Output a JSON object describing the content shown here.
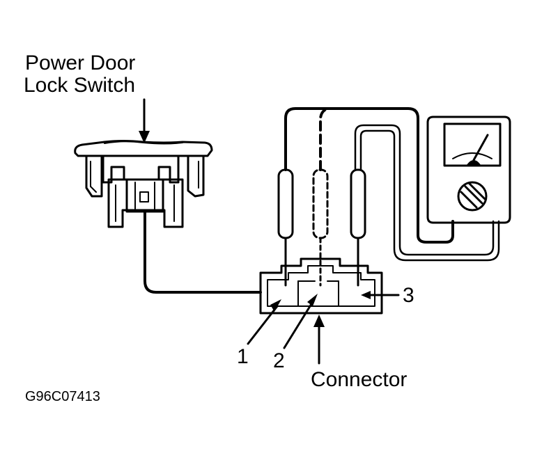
{
  "labels": {
    "switch_line1": "Power Door",
    "switch_line2": "Lock Switch",
    "terminal_1": "1",
    "terminal_2": "2",
    "terminal_3": "3",
    "connector": "Connector",
    "figure_code": "G96C07413"
  },
  "components": {
    "switch": "power-door-lock-switch",
    "connector": "three-terminal-connector",
    "meter": "analog-ohmmeter"
  }
}
